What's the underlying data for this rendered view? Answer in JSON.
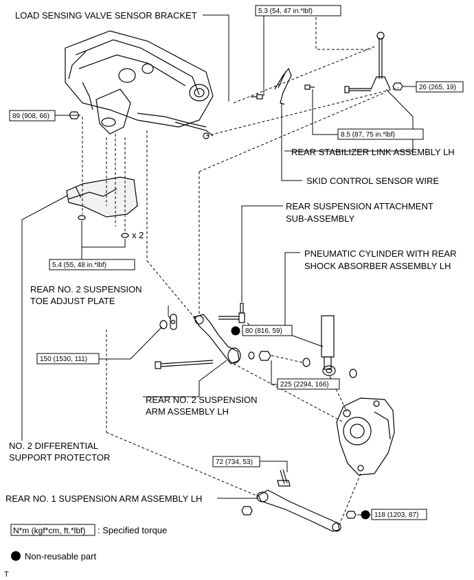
{
  "labels": {
    "load_sensing_bracket": "LOAD SENSING VALVE SENSOR BRACKET",
    "rear_stabilizer_link": "REAR STABILIZER LINK ASSEMBLY LH",
    "skid_control_wire": "SKID CONTROL SENSOR WIRE",
    "rear_susp_attach_1": "REAR SUSPENSION ATTACHMENT",
    "rear_susp_attach_2": "SUB-ASSEMBLY",
    "pneumatic_cyl_1": "PNEUMATIC CYLINDER WITH REAR",
    "pneumatic_cyl_2": "SHOCK ABSORBER ASSEMBLY LH",
    "toe_plate_1": "REAR NO. 2 SUSPENSION",
    "toe_plate_2": "TOE ADJUST PLATE",
    "no2_arm_1": "REAR NO. 2 SUSPENSION",
    "no2_arm_2": "ARM ASSEMBLY LH",
    "diff_protector_1": "NO. 2 DIFFERENTIAL",
    "diff_protector_2": "SUPPORT PROTECTOR",
    "no1_arm": "REAR NO. 1 SUSPENSION ARM ASSEMBLY LH",
    "qty_x2": "x 2",
    "corner_mark": "T"
  },
  "torques": {
    "t_5_3": "5.3 (54, 47 in.*lbf)",
    "t_26": "26 (265, 19)",
    "t_89": "89 (908, 66)",
    "t_8_5": "8.5 (87, 75 in.*lbf)",
    "t_5_4": "5.4 (55, 48 in.*lbf)",
    "t_80": "80 (816, 59)",
    "t_150": "150 (1530, 111)",
    "t_225": "225 (2294, 166)",
    "t_72": "72 (734, 53)",
    "t_118": "118 (1203, 87)"
  },
  "legend": {
    "unit_box": "N*m (kgf*cm, ft.*lbf)",
    "unit_desc": ": Specified torque",
    "non_reusable": "Non-reusable part"
  }
}
